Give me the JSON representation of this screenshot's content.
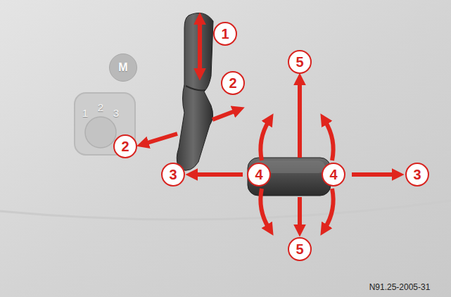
{
  "diagram": {
    "labels": [
      "1",
      "M",
      "2",
      "5",
      "1",
      "2",
      "3",
      "2",
      "3",
      "4",
      "4",
      "3",
      "5",
      "N91.25-2005-31"
    ]
  }
}
